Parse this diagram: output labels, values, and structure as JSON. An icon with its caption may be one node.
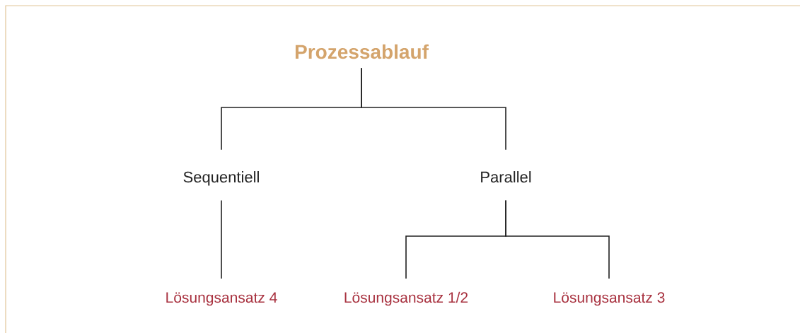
{
  "diagram": {
    "nodes": [
      {
        "text": [
          "Prozessablauf"
        ]
      },
      {
        "text": [
          "Sequentiell"
        ]
      },
      {
        "text": [
          "Parallel"
        ]
      },
      {
        "text": [
          "Lösungsansatz 4"
        ]
      },
      {
        "text": [
          "Lösungsansatz 1/2"
        ]
      },
      {
        "text": [
          "Lösungsansatz 3"
        ]
      }
    ],
    "edges": [
      {
        "from": 0,
        "to": 1,
        "arrow": "none"
      },
      {
        "from": 0,
        "to": 2,
        "arrow": "none"
      },
      {
        "from": 1,
        "to": 3,
        "arrow": "none"
      },
      {
        "from": 2,
        "to": 4,
        "arrow": "none"
      },
      {
        "from": 2,
        "to": 5,
        "arrow": "none"
      }
    ]
  }
}
